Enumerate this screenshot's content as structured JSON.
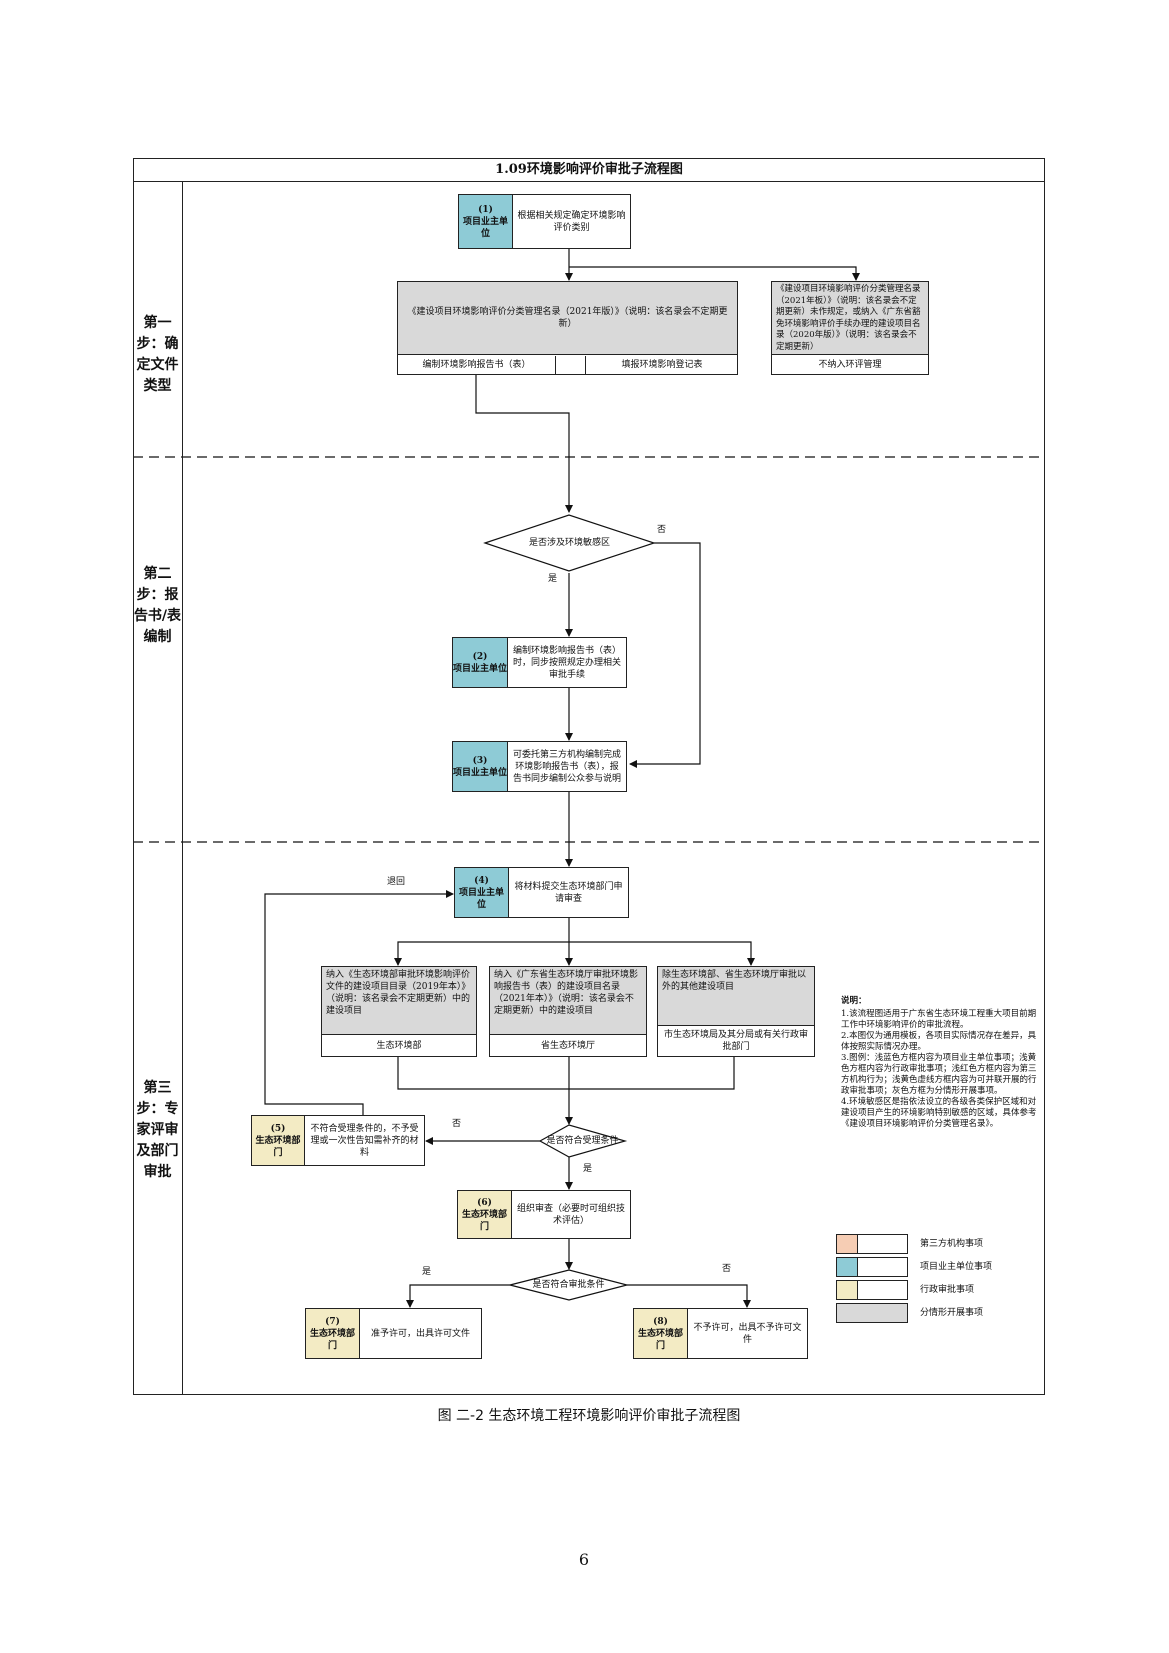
{
  "title": "1.09环境影响评价审批子流程图",
  "steps": {
    "s1": [
      "第一",
      "步：确",
      "定文件",
      "类型"
    ],
    "s2": [
      "第二",
      "步：报",
      "告书/表",
      "编制"
    ],
    "s3": [
      "第三",
      "步：专",
      "家评审",
      "及部门",
      "审批"
    ]
  },
  "nodes": {
    "n1": {
      "num": "(1)",
      "tag": "项目业主单位",
      "text": "根据相关规定确定环境影响评价类别"
    },
    "cat": {
      "text": "《建设项目环境影响评价分类管理名录（2021年版）》（说明：该名录会不定期更新）",
      "left": "编制环境影响报告书（表）",
      "right": "填报环境影响登记表"
    },
    "exempt": {
      "text": "《建设项目环境影响评价分类管理名录（2021年板）》（说明：该名录会不定期更新）未作规定，或纳入《广东省豁免环境影响评价手续办理的建设项目名录（2020年版）》（说明：该名录会不定期更新）",
      "bottom": "不纳入环评管理"
    },
    "d1": {
      "text": "是否涉及环境敏感区",
      "yes": "是",
      "no": "否"
    },
    "n2": {
      "num": "(2)",
      "tag": "项目业主单位",
      "text": "编制环境影响报告书（表）时，同步按照规定办理相关审批手续"
    },
    "n3": {
      "num": "(3)",
      "tag": "项目业主单位",
      "text": "可委托第三方机构编制完成环境影响报告书（表），报告书同步编制公众参与说明"
    },
    "n4": {
      "num": "(4)",
      "tag": "项目业主单位",
      "text": "将材料提交生态环境部门申请审查",
      "back": "退回"
    },
    "b1": {
      "text": "纳入《生态环境部审批环境影响评价文件的建设项目目录（2019年本）》（说明：该名录会不定期更新）中的建设项目",
      "bottom": "生态环境部"
    },
    "b2": {
      "text": "纳入《广东省生态环境厅审批环境影响报告书（表）的建设项目名录（2021年本）》（说明：该名录会不定期更新）中的建设项目",
      "bottom": "省生态环境厅"
    },
    "b3": {
      "text": "除生态环境部、省生态环境厅审批以外的其他建设项目",
      "bottom": "市生态环境局及其分局或有关行政审批部门"
    },
    "d2": {
      "text": "是否符合受理条件",
      "yes": "是",
      "no": "否"
    },
    "n5": {
      "num": "(5)",
      "tag": "生态环境部门",
      "text": "不符合受理条件的，不予受理或一次性告知需补齐的材料"
    },
    "n6": {
      "num": "(6)",
      "tag": "生态环境部门",
      "text": "组织审查（必要时可组织技术评估）"
    },
    "d3": {
      "text": "是否符合审批条件",
      "yes": "是",
      "no": "否"
    },
    "n7": {
      "num": "(7)",
      "tag": "生态环境部门",
      "text": "准予许可，出具许可文件"
    },
    "n8": {
      "num": "(8)",
      "tag": "生态环境部门",
      "text": "不予许可，出具不予许可文件"
    }
  },
  "notes": {
    "title": "说明：",
    "items": [
      "1.该流程图适用于广东省生态环境工程重大项目前期工作中环境影响评价的审批流程。",
      "2.本图仅为通用模板，各项目实际情况存在差异，具体按照实际情况办理。",
      "3.图例：浅蓝色方框内容为项目业主单位事项；浅黄色方框内容为行政审批事项；浅红色方框内容为第三方机构行为；浅黄色虚线方框内容为可并联开展的行政审批事项；灰色方框为分情形开展事项。",
      "4.环境敏感区是指依法设立的各级各类保护区域和对建设项目产生的环境影响特别敏感的区域，具体参考《建设项目环境影响评价分类管理名录》。"
    ]
  },
  "legend": [
    {
      "label": "第三方机构事项",
      "color": "#f6cdb4"
    },
    {
      "label": "项目业主单位事项",
      "color": "#8ecbd6"
    },
    {
      "label": "行政审批事项",
      "color": "#f3ebc4"
    },
    {
      "label": "分情形开展事项",
      "color": "#d9d9d9"
    }
  ],
  "caption": "图  二-2 生态环境工程环境影响评价审批子流程图",
  "page_number": "6"
}
